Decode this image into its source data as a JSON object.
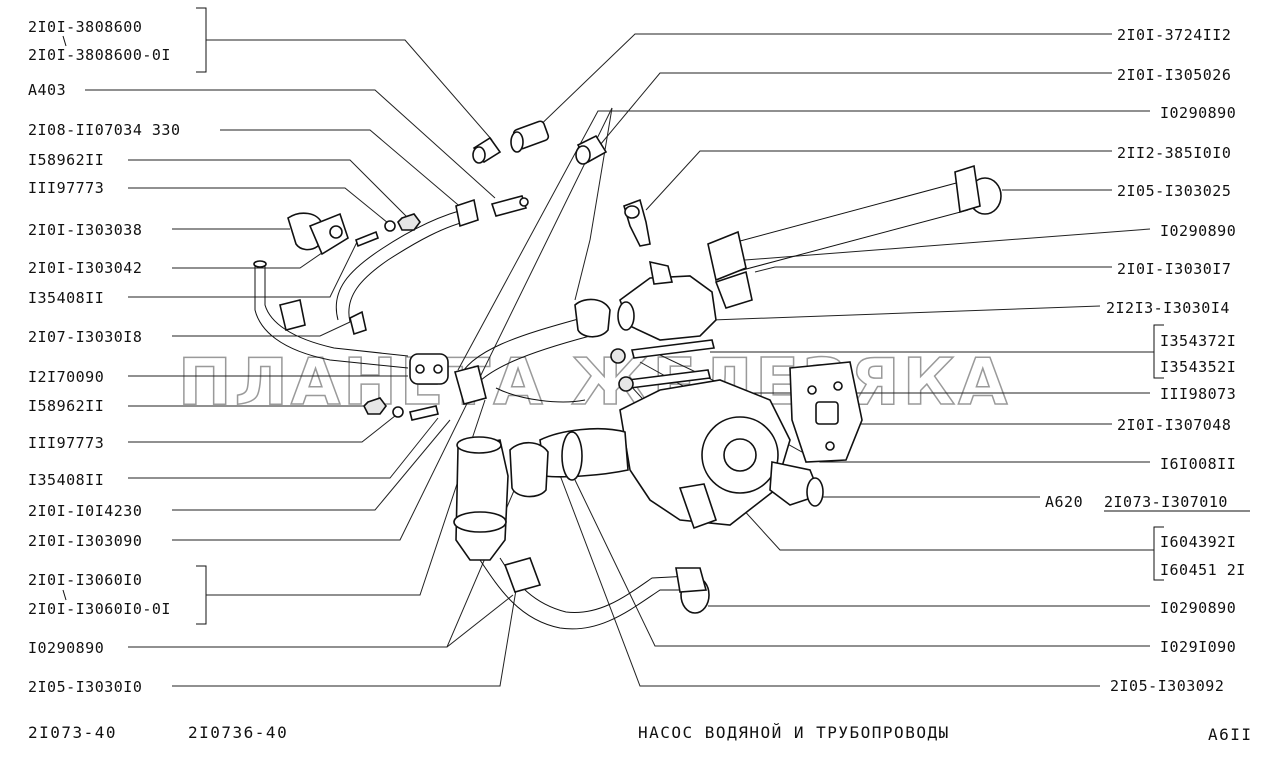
{
  "watermark": "ПЛАНЕТА ЖЕЛЕЗЯКА",
  "footer": {
    "model1": "2I073-40",
    "model2": "2I0736-40",
    "title": "НАСОС ВОДЯНОЙ И ТРУБОПРОВОДЫ",
    "sheet": "А6II"
  },
  "labels_left": [
    "2I0I-3808600",
    "2I0I-3808600-0I",
    "А403",
    "2I08-II07034 330",
    "I58962II",
    "III97773",
    "2I0I-I303038",
    "2I0I-I303042",
    "I35408II",
    "2I07-I3030I8",
    "I2I70090",
    "I58962II",
    "III97773",
    "I35408II",
    "2I0I-I0I4230",
    "2I0I-I303090",
    "2I0I-I3060I0",
    "2I0I-I3060I0-0I",
    "I0290890",
    "2I05-I3030I0"
  ],
  "labels_right": [
    "2I0I-3724II2",
    "2I0I-I305026",
    "I0290890",
    "2II2-385I0I0",
    "2I05-I303025",
    "I0290890",
    "2I0I-I3030I7",
    "2I2I3-I3030I4",
    "I354372I",
    "I354352I",
    "III98073",
    "2I0I-I307048",
    "I6I008II",
    "А620",
    "2I073-I307010",
    "I604392I",
    "I60451 2I",
    "I0290890",
    "I029I090",
    "2I05-I303092"
  ]
}
